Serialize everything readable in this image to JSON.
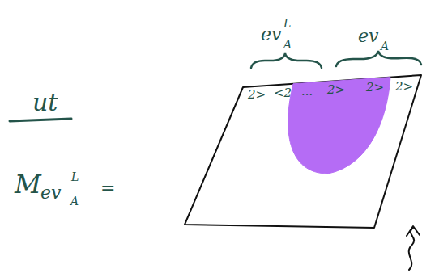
{
  "diagram": {
    "labels": [
      "ut",
      "M",
      "ev",
      "L",
      "A",
      "=",
      "ev",
      "L",
      "A",
      "ev",
      "A",
      "2>",
      "<2",
      "...",
      "2>",
      "2>",
      "2>"
    ]
  }
}
